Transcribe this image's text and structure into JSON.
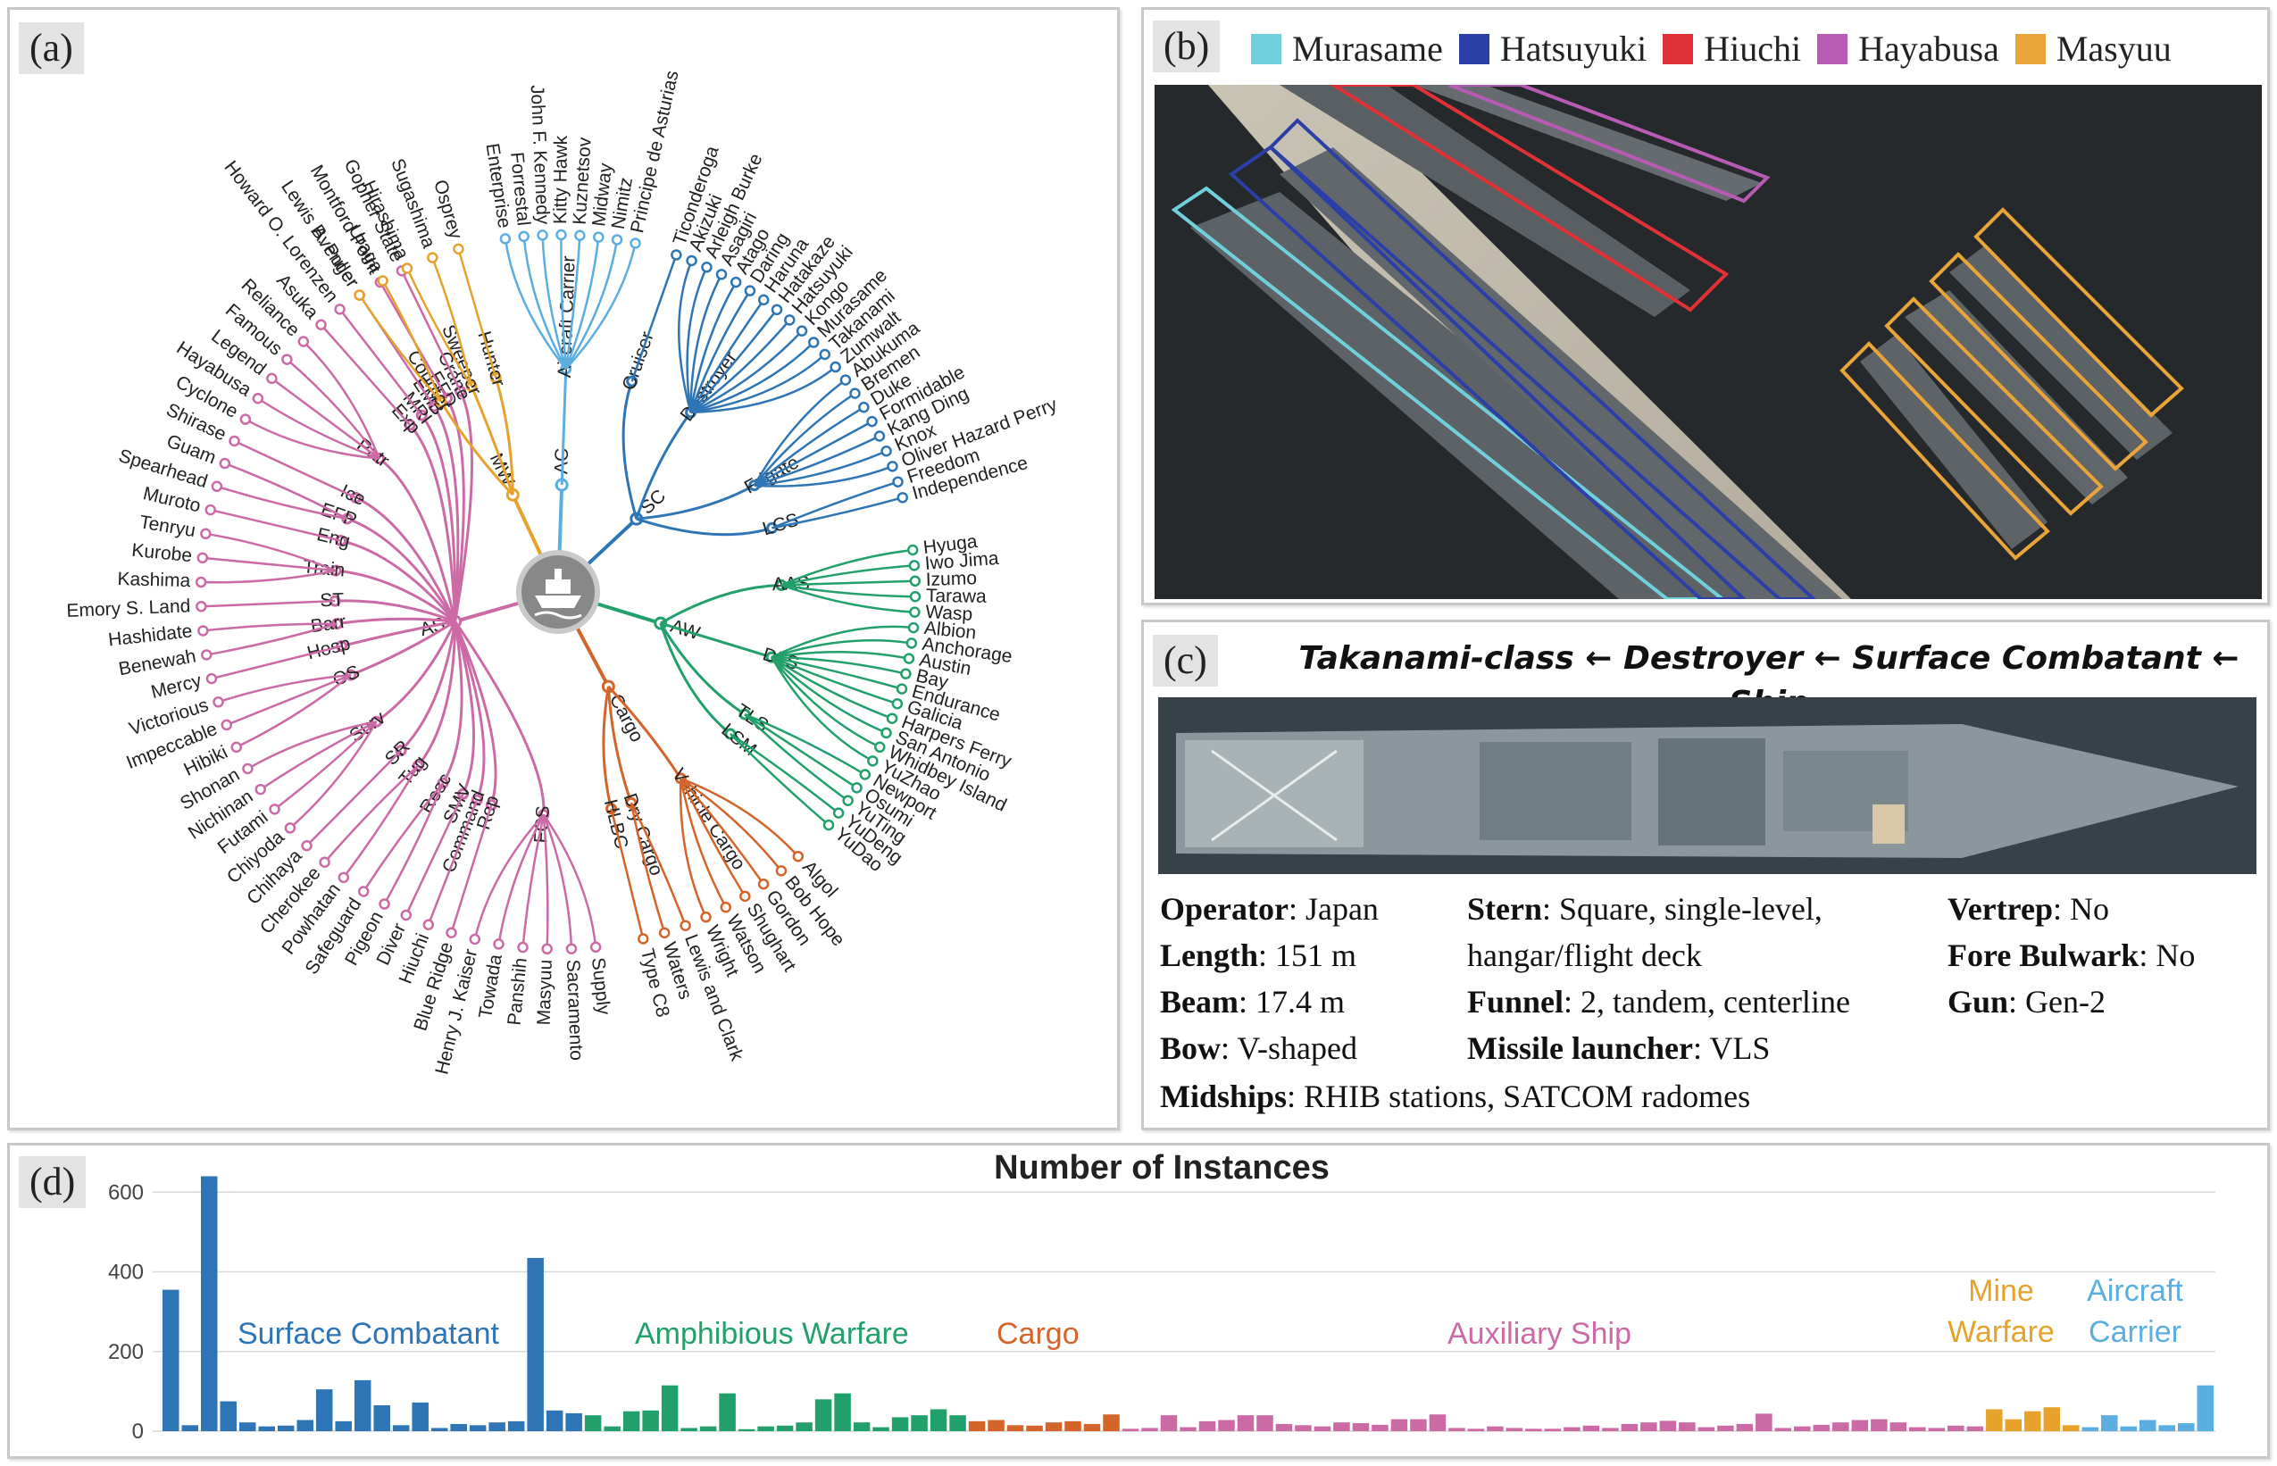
{
  "panels": {
    "a": {
      "label": "(a)"
    },
    "b": {
      "label": "(b)"
    },
    "c": {
      "label": "(c)"
    },
    "d": {
      "label": "(d)"
    }
  },
  "tree": {
    "root_icon": "ship-icon",
    "colors": {
      "aircraft_carrier": "#5aaee0",
      "surface_combatant": "#2e75b6",
      "amphibious": "#22a06b",
      "cargo": "#d4652a",
      "auxiliary": "#cc6aa6",
      "mine_warfare": "#e6a22b"
    },
    "branches": [
      {
        "name": "AC",
        "color_key": "aircraft_carrier",
        "subs": [
          {
            "name": "Aircraft Carrier",
            "leaves": [
              "Enterprise",
              "Forrestal",
              "John F. Kennedy",
              "Kitty Hawk",
              "Kuznetsov",
              "Midway",
              "Nimitz",
              "Principe de Asturias"
            ]
          }
        ]
      },
      {
        "name": "SC",
        "color_key": "surface_combatant",
        "subs": [
          {
            "name": "Cruiser",
            "leaves": [
              "Ticonderoga"
            ]
          },
          {
            "name": "Destroyer",
            "leaves": [
              "Akizuki",
              "Arleigh Burke",
              "Asagiri",
              "Atago",
              "Daring",
              "Haruna",
              "Hatakaze",
              "Hatsuyuki",
              "Kongo",
              "Murasame",
              "Takanami",
              "Zumwalt"
            ]
          },
          {
            "name": "Frigate",
            "leaves": [
              "Abukuma",
              "Bremen",
              "Duke",
              "Formidable",
              "Kang Ding",
              "Knox",
              "Oliver Hazard Perry"
            ]
          },
          {
            "name": "LCS",
            "leaves": [
              "Freedom",
              "Independence"
            ]
          }
        ]
      },
      {
        "name": "AW",
        "color_key": "amphibious",
        "subs": [
          {
            "name": "AAS",
            "leaves": [
              "Hyuga",
              "Iwo Jima",
              "Izumo",
              "Tarawa",
              "Wasp"
            ]
          },
          {
            "name": "DLS",
            "leaves": [
              "Albion",
              "Anchorage",
              "Austin",
              "Bay",
              "Endurance",
              "Galicia",
              "Harpers Ferry",
              "San Antonio",
              "Whidbey Island",
              "YuZhao"
            ]
          },
          {
            "name": "TLS",
            "leaves": [
              "Newport",
              "Osumi",
              "YuTing"
            ]
          },
          {
            "name": "LSM",
            "leaves": [
              "YuDeng",
              "YuDao"
            ]
          }
        ]
      },
      {
        "name": "Cargo",
        "color_key": "cargo",
        "subs": [
          {
            "name": "Vehicle Cargo",
            "leaves": [
              "Algol",
              "Bob Hope",
              "Gordon",
              "Shughart",
              "Watson",
              "Wright"
            ]
          },
          {
            "name": "Dry Cargo",
            "leaves": [
              "Lewis and Clark",
              "Waters"
            ]
          },
          {
            "name": "HLBC",
            "leaves": [
              "Type C8"
            ]
          }
        ]
      },
      {
        "name": "AS",
        "color_key": "auxiliary",
        "subs": [
          {
            "name": "FCS",
            "leaves": [
              "Supply",
              "Sacramento",
              "Masyuu",
              "Panshih",
              "Towada",
              "Henry J. Kaiser"
            ]
          },
          {
            "name": "Rep",
            "leaves": [
              "Blue Ridge"
            ]
          },
          {
            "name": "Command",
            "leaves": [
              "Hiuchi"
            ]
          },
          {
            "name": "SMV",
            "leaves": [
              "Diver"
            ]
          },
          {
            "name": "Resc",
            "leaves": [
              "Pigeon",
              "Safeguard"
            ]
          },
          {
            "name": "Tug",
            "leaves": [
              "Powhatan",
              "Cherokee"
            ]
          },
          {
            "name": "SR",
            "leaves": [
              "Chihaya"
            ]
          },
          {
            "name": "Surv",
            "leaves": [
              "Chiyoda",
              "Futami",
              "Nichinan",
              "Shonan"
            ]
          },
          {
            "name": "OS",
            "leaves": [
              "Hibiki",
              "Impeccable",
              "Victorious"
            ]
          },
          {
            "name": "Hosp",
            "leaves": [
              "Mercy"
            ]
          },
          {
            "name": "Barr",
            "leaves": [
              "Benewah",
              "Hashidate"
            ]
          },
          {
            "name": "ST",
            "leaves": [
              "Emory S. Land"
            ]
          },
          {
            "name": "Train",
            "leaves": [
              "Kashima",
              "Kurobe",
              "Tenryu"
            ]
          },
          {
            "name": "Eng",
            "leaves": [
              "Muroto"
            ]
          },
          {
            "name": "EFP",
            "leaves": [
              "Spearhead",
              "Guam"
            ]
          },
          {
            "name": "Ice",
            "leaves": [
              "Shirase"
            ]
          },
          {
            "name": "Patr",
            "leaves": [
              "Cyclone",
              "Hayabusa",
              "Legend",
              "Famous",
              "Reliance"
            ]
          },
          {
            "name": "Exp",
            "leaves": [
              "Asuka"
            ]
          },
          {
            "name": "MRI",
            "leaves": [
              "Howard O. Lorenzen"
            ]
          },
          {
            "name": "EMB",
            "leaves": [
              "Lewis B. Puller"
            ]
          },
          {
            "name": "EFD",
            "leaves": [
              "Montford Point"
            ]
          },
          {
            "name": "Crane",
            "leaves": [
              "Gopher State"
            ]
          }
        ]
      },
      {
        "name": "MW",
        "color_key": "mine_warfare",
        "subs": [
          {
            "name": "Counter",
            "leaves": [
              "Avenger",
              "Uraga"
            ]
          },
          {
            "name": "Sweeper",
            "leaves": [
              "Hirashima",
              "Sugashima"
            ]
          },
          {
            "name": "Hunter",
            "leaves": [
              "Osprey"
            ]
          }
        ]
      }
    ]
  },
  "legend": [
    {
      "label": "Murasame",
      "color": "#6fd0dc"
    },
    {
      "label": "Hatsuyuki",
      "color": "#2b3fa6"
    },
    {
      "label": "Hiuchi",
      "color": "#e03236"
    },
    {
      "label": "Hayabusa",
      "color": "#b85bb4"
    },
    {
      "label": "Masyuu",
      "color": "#e9a43a"
    }
  ],
  "hierarchy_title": "Takanami-class ← Destroyer ← Surface Combatant ← Ship",
  "specs": {
    "operator": {
      "key": "Operator",
      "value": ": Japan"
    },
    "length": {
      "key": "Length",
      "value": ": 151 m"
    },
    "beam": {
      "key": "Beam",
      "value": ": 17.4 m"
    },
    "bow": {
      "key": "Bow",
      "value": ": V-shaped"
    },
    "midships": {
      "key": "Midships",
      "value": ": RHIB stations, SATCOM radomes"
    },
    "stern": {
      "key": "Stern",
      "value": ": Square, single-level,",
      "value2": "hangar/flight deck"
    },
    "funnel": {
      "key": "Funnel",
      "value": ": 2, tandem, centerline"
    },
    "missile": {
      "key": "Missile launcher",
      "value": ": VLS"
    },
    "vertrep": {
      "key": "Vertrep",
      "value": ": No"
    },
    "fore_bulwark": {
      "key": "Fore Bulwark",
      "value": ": No"
    },
    "gun": {
      "key": "Gun",
      "value": ": Gen-2"
    }
  },
  "chart_data": {
    "type": "bar",
    "title": "Number of Instances",
    "ylim": [
      0,
      650
    ],
    "yticks": [
      0,
      200,
      400,
      600
    ],
    "grid": true,
    "categories_groups": [
      {
        "name": "Surface Combatant",
        "color": "#2e75b6",
        "values": [
          355,
          15,
          640,
          75,
          22,
          12,
          14,
          28,
          105,
          25,
          128,
          65,
          15,
          72,
          8,
          18,
          15,
          22,
          25,
          435,
          52,
          45
        ]
      },
      {
        "name": "Amphibious Warfare",
        "color": "#22a06b",
        "values": [
          40,
          12,
          50,
          52,
          115,
          8,
          12,
          95,
          5,
          12,
          14,
          22,
          80,
          95,
          22,
          10,
          35,
          40,
          55,
          40
        ]
      },
      {
        "name": "Cargo",
        "color": "#d4652a",
        "values": [
          25,
          28,
          15,
          14,
          22,
          25,
          18,
          42
        ]
      },
      {
        "name": "Auxiliary Ship",
        "color": "#cc6aa6",
        "values": [
          6,
          8,
          40,
          10,
          25,
          28,
          40,
          40,
          18,
          15,
          12,
          22,
          20,
          16,
          30,
          30,
          42,
          8,
          6,
          12,
          8,
          6,
          6,
          10,
          14,
          8,
          18,
          22,
          26,
          22,
          10,
          14,
          18,
          44,
          8,
          12,
          16,
          22,
          28,
          30,
          22,
          10,
          8,
          14,
          12
        ]
      },
      {
        "name": "Mine\nWarfare",
        "color": "#e6a22b",
        "values": [
          55,
          30,
          50,
          60,
          15
        ]
      },
      {
        "name": "Aircraft\nCarrier",
        "color": "#5aaee0",
        "values": [
          10,
          40,
          12,
          28,
          15,
          20,
          115
        ]
      }
    ],
    "group_labels": {
      "sc": "Surface Combatant",
      "aw": "Amphibious Warfare",
      "cargo": "Cargo",
      "as": "Auxiliary Ship",
      "mw1": "Mine",
      "mw2": "Warfare",
      "ac1": "Aircraft",
      "ac2": "Carrier"
    }
  }
}
